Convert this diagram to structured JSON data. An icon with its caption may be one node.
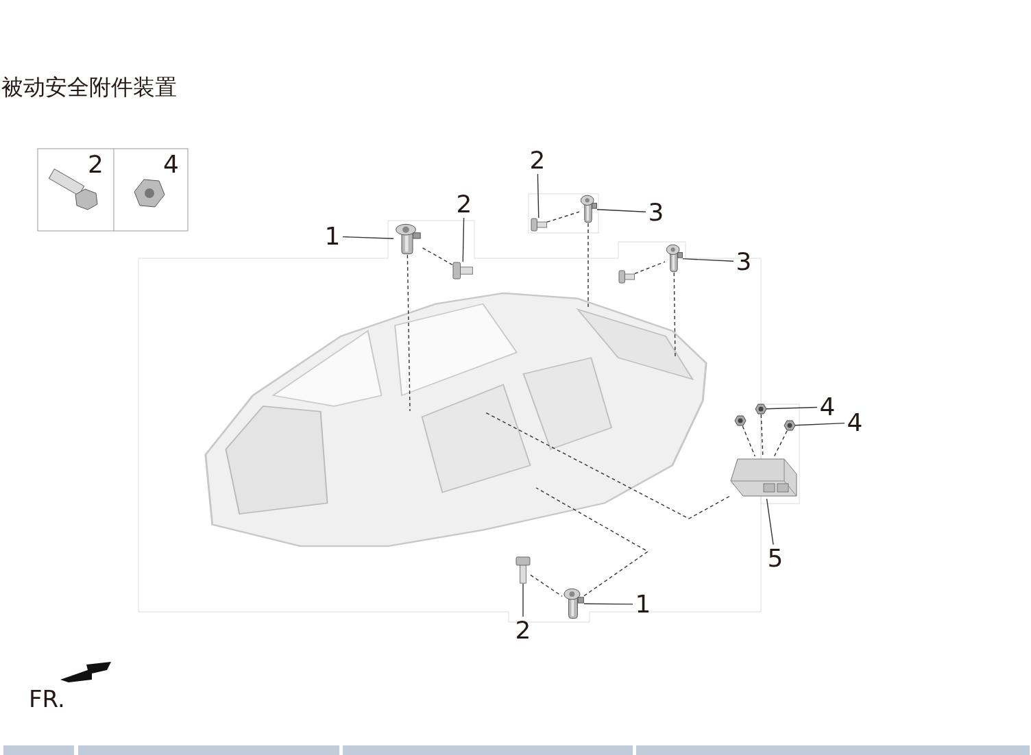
{
  "diagram": {
    "title": "被动安全附件装置",
    "nodes": [
      {
        "text": [
          "1"
        ]
      },
      {
        "text": [],
        "shape": "picture"
      },
      {
        "text": [
          "2"
        ]
      },
      {
        "text": [],
        "shape": "picture"
      },
      {
        "text": [
          "2"
        ]
      },
      {
        "text": [],
        "shape": "picture"
      },
      {
        "text": [
          "3"
        ]
      },
      {
        "text": [],
        "shape": "picture"
      },
      {
        "text": [
          "3"
        ]
      },
      {
        "text": [],
        "shape": "picture"
      },
      {
        "text": [],
        "shape": "picture"
      },
      {
        "text": [
          "4"
        ]
      },
      {
        "text": [],
        "shape": "picture"
      },
      {
        "text": [
          "4"
        ]
      },
      {
        "text": [],
        "shape": "picture"
      },
      {
        "text": [],
        "shape": "picture"
      },
      {
        "text": [],
        "shape": "picture"
      },
      {
        "text": [
          "5"
        ]
      },
      {
        "text": [
          "1"
        ]
      },
      {
        "text": [],
        "shape": "picture"
      },
      {
        "text": [
          "2"
        ]
      },
      {
        "text": [],
        "shape": "picture"
      },
      {
        "text": [],
        "shape": "picture"
      }
    ],
    "edges": [
      {
        "from": 0,
        "to": 1,
        "arrow": "none"
      },
      {
        "from": 2,
        "to": 3,
        "arrow": "none"
      },
      {
        "from": 4,
        "to": 5,
        "arrow": "none"
      },
      {
        "from": 6,
        "to": 7,
        "arrow": "none"
      },
      {
        "from": 8,
        "to": 9,
        "arrow": "none"
      },
      {
        "from": 11,
        "to": 12,
        "arrow": "none"
      },
      {
        "from": 13,
        "to": 14,
        "arrow": "none"
      },
      {
        "from": 17,
        "to": 16,
        "arrow": "none"
      },
      {
        "from": 18,
        "to": 19,
        "arrow": "none"
      },
      {
        "from": 20,
        "to": 21,
        "arrow": "none"
      },
      {
        "from": 3,
        "to": 1,
        "arrow": "none",
        "style": "dashed"
      },
      {
        "from": 5,
        "to": 7,
        "arrow": "none",
        "style": "dashed"
      },
      {
        "from": 10,
        "to": 9,
        "arrow": "none",
        "style": "dashed"
      },
      {
        "from": 21,
        "to": 19,
        "arrow": "none",
        "style": "dashed"
      },
      {
        "from": 1,
        "to": 22,
        "arrow": "none",
        "style": "dashed"
      },
      {
        "from": 7,
        "to": 22,
        "arrow": "none",
        "style": "dashed"
      },
      {
        "from": 9,
        "to": 22,
        "arrow": "none",
        "style": "dashed"
      },
      {
        "from": 19,
        "to": 22,
        "arrow": "none",
        "style": "dashed"
      },
      {
        "from": 16,
        "to": 22,
        "arrow": "none",
        "style": "dashed"
      },
      {
        "from": 12,
        "to": 16,
        "arrow": "none",
        "style": "dashed"
      },
      {
        "from": 14,
        "to": 16,
        "arrow": "none",
        "style": "dashed"
      },
      {
        "from": 15,
        "to": 16,
        "arrow": "none",
        "style": "dashed"
      }
    ],
    "labels": [
      "2",
      "4",
      "FR."
    ]
  }
}
